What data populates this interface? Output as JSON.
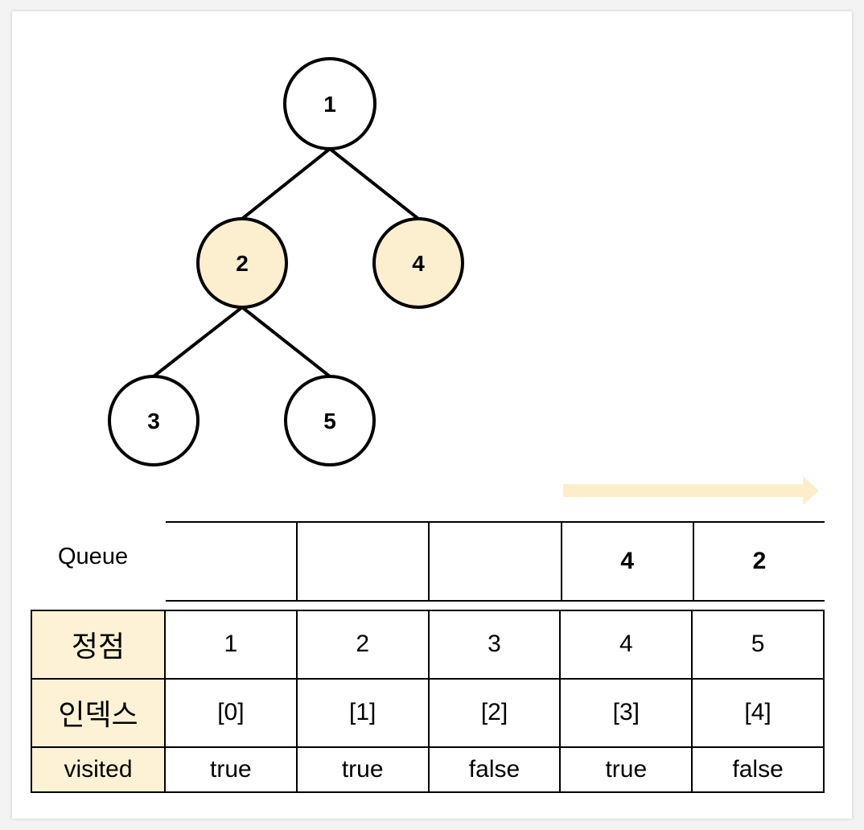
{
  "colors": {
    "highlight_node": "#fcefcf",
    "plain_node": "#ffffff",
    "header_fill": "#fdf2d5",
    "arrow": "#fbeec9"
  },
  "tree": {
    "nodes": [
      {
        "id": "n1",
        "label": "1",
        "highlighted": false
      },
      {
        "id": "n2",
        "label": "2",
        "highlighted": true
      },
      {
        "id": "n4",
        "label": "4",
        "highlighted": true
      },
      {
        "id": "n3",
        "label": "3",
        "highlighted": false
      },
      {
        "id": "n5",
        "label": "5",
        "highlighted": false
      }
    ],
    "edges": [
      [
        "1",
        "2"
      ],
      [
        "1",
        "4"
      ],
      [
        "2",
        "3"
      ],
      [
        "2",
        "5"
      ]
    ]
  },
  "queue": {
    "label": "Queue",
    "cells": [
      "",
      "",
      "",
      "4",
      "2"
    ]
  },
  "table": {
    "rows": [
      {
        "header": "정점",
        "values": [
          "1",
          "2",
          "3",
          "4",
          "5"
        ]
      },
      {
        "header": "인덱스",
        "values": [
          "[0]",
          "[1]",
          "[2]",
          "[3]",
          "[4]"
        ]
      },
      {
        "header": "visited",
        "values": [
          "true",
          "true",
          "false",
          "true",
          "false"
        ]
      }
    ]
  }
}
